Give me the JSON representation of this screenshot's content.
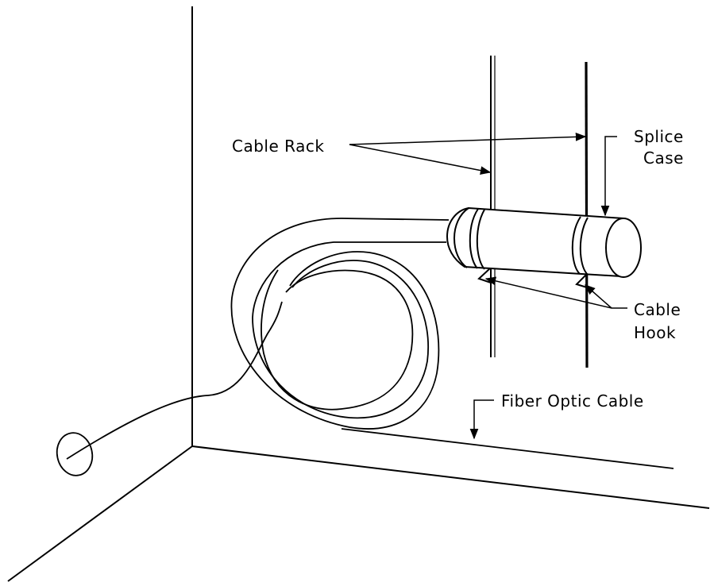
{
  "labels": {
    "cable_rack": "Cable Rack",
    "splice_case_line1": "Splice",
    "splice_case_line2": "Case",
    "cable_hook_line1": "Cable",
    "cable_hook_line2": "Hook",
    "fiber_optic_cable": "Fiber Optic Cable"
  },
  "colors": {
    "line": "#000000",
    "background": "#ffffff"
  }
}
